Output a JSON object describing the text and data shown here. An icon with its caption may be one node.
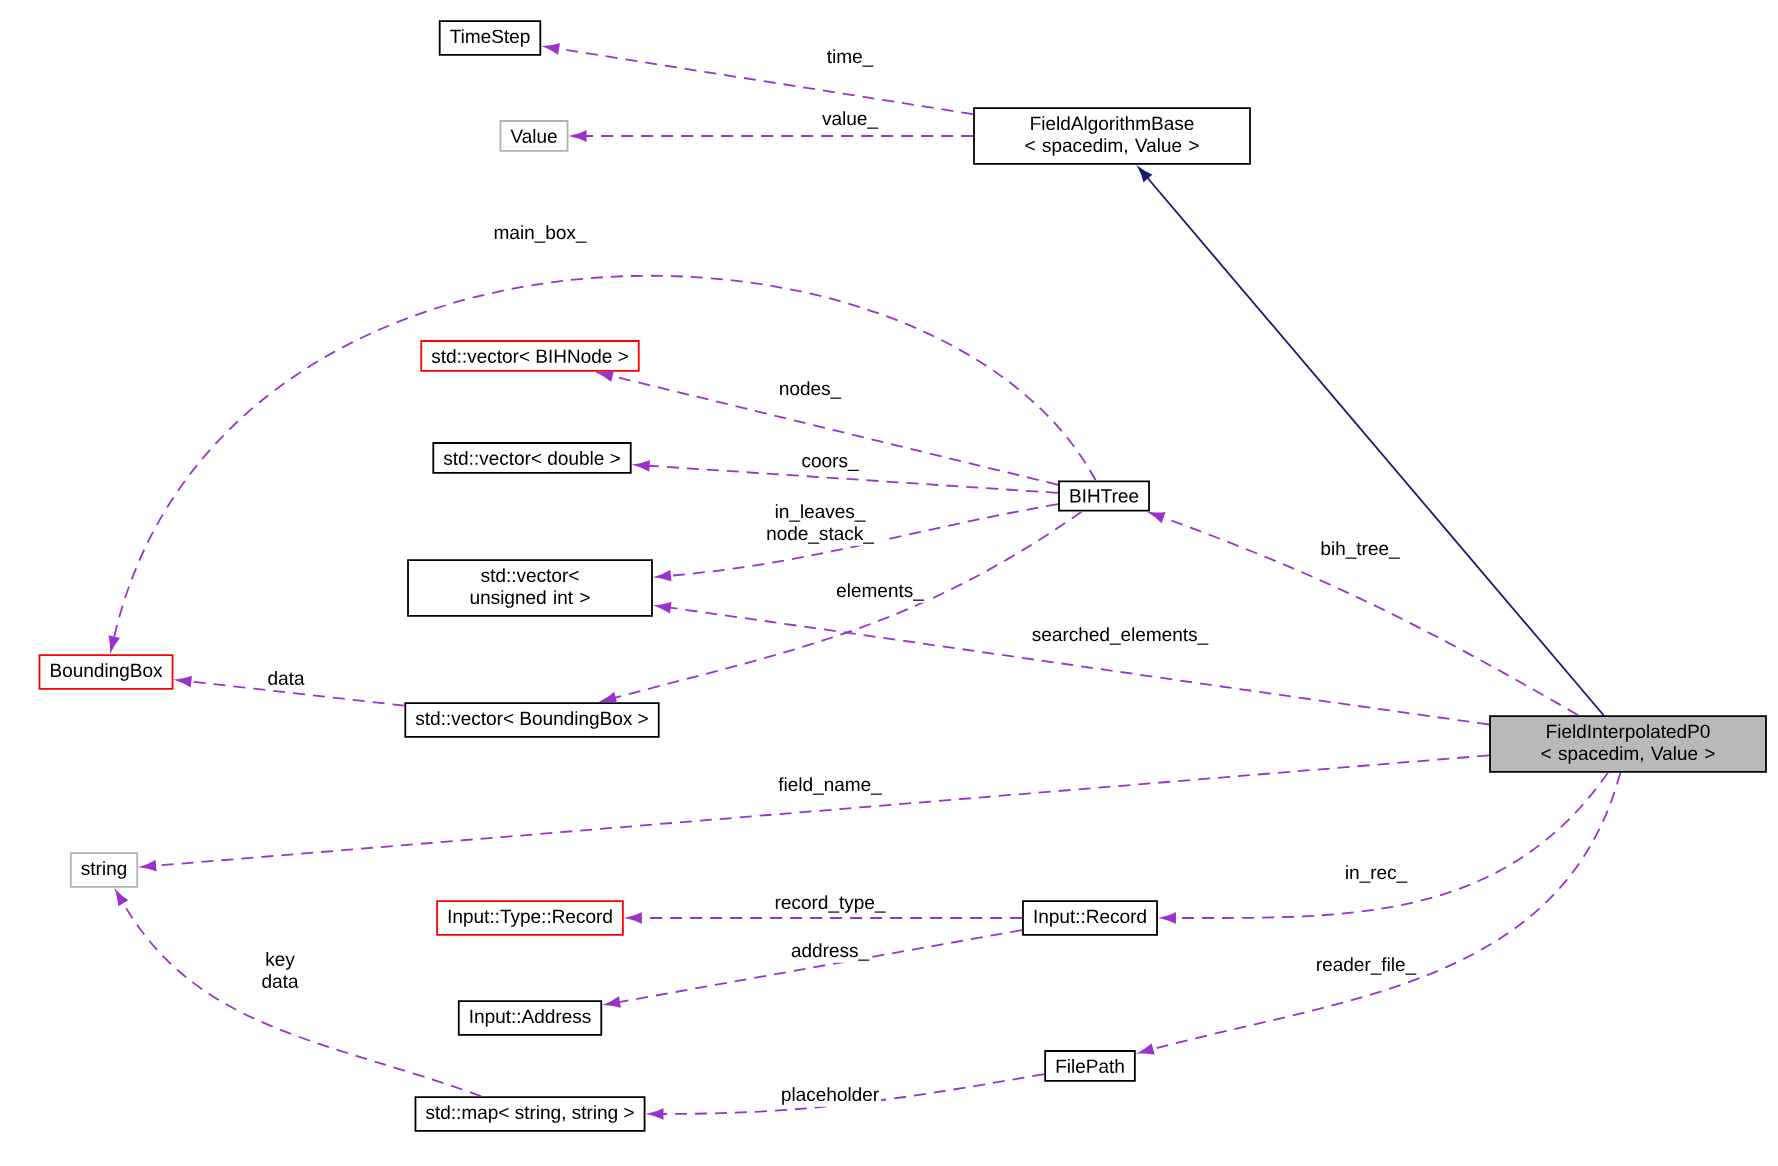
{
  "diagram": {
    "nodes": [
      {
        "text": [
          "TimeStep"
        ]
      },
      {
        "text": [
          "FieldAlgorithmBase < spacedim, Value >"
        ]
      },
      {
        "text": [
          "Value"
        ]
      },
      {
        "text": [
          "std::vector< BIHNode >"
        ]
      },
      {
        "text": [
          "std::vector< double >"
        ]
      },
      {
        "text": [
          "BIHTree"
        ]
      },
      {
        "text": [
          "std::vector< unsigned int >"
        ]
      },
      {
        "text": [
          "BoundingBox"
        ]
      },
      {
        "text": [
          "std::vector< BoundingBox >"
        ]
      },
      {
        "text": [
          "FieldInterpolatedP0 < spacedim, Value >"
        ]
      },
      {
        "text": [
          "string"
        ]
      },
      {
        "text": [
          "Input::Type::Record"
        ]
      },
      {
        "text": [
          "Input::Record"
        ]
      },
      {
        "text": [
          "Input::Address"
        ]
      },
      {
        "text": [
          "FilePath"
        ]
      },
      {
        "text": [
          "std::map< string, string >"
        ]
      }
    ],
    "edges": [
      {
        "from": 1,
        "to": 0,
        "arrow": "to",
        "label": "time_",
        "style": "dashed"
      },
      {
        "from": 1,
        "to": 2,
        "arrow": "to",
        "label": "value_",
        "style": "dashed"
      },
      {
        "from": 9,
        "to": 1,
        "arrow": "to",
        "color": "#191970"
      },
      {
        "from": 5,
        "to": 7,
        "arrow": "to",
        "label": "main_box_",
        "style": "dashed"
      },
      {
        "from": 5,
        "to": 3,
        "arrow": "to",
        "label": "nodes_",
        "style": "dashed"
      },
      {
        "from": 5,
        "to": 4,
        "arrow": "to",
        "label": "coors_",
        "style": "dashed"
      },
      {
        "from": 5,
        "to": 6,
        "arrow": "to",
        "label": "in_leaves_ node_stack_",
        "style": "dashed"
      },
      {
        "from": 5,
        "to": 8,
        "arrow": "to",
        "label": "elements_",
        "style": "dashed"
      },
      {
        "from": 9,
        "to": 5,
        "arrow": "to",
        "label": "bih_tree_",
        "style": "dashed"
      },
      {
        "from": 9,
        "to": 6,
        "arrow": "to",
        "label": "searched_elements_",
        "style": "dashed"
      },
      {
        "from": 8,
        "to": 7,
        "arrow": "to",
        "label": "data",
        "style": "dashed"
      },
      {
        "from": 9,
        "to": 10,
        "arrow": "to",
        "label": "field_name_",
        "style": "dashed"
      },
      {
        "from": 12,
        "to": 11,
        "arrow": "to",
        "label": "record_type_",
        "style": "dashed"
      },
      {
        "from": 12,
        "to": 13,
        "arrow": "to",
        "label": "address_",
        "style": "dashed"
      },
      {
        "from": 9,
        "to": 12,
        "arrow": "to",
        "label": "in_rec_",
        "style": "dashed"
      },
      {
        "from": 9,
        "to": 14,
        "arrow": "to",
        "label": "reader_file_",
        "style": "dashed"
      },
      {
        "from": 14,
        "to": 15,
        "arrow": "to",
        "label": "placeholder",
        "style": "dashed"
      },
      {
        "from": 15,
        "to": 10,
        "arrow": "to",
        "label": "key data",
        "style": "dashed"
      }
    ]
  }
}
